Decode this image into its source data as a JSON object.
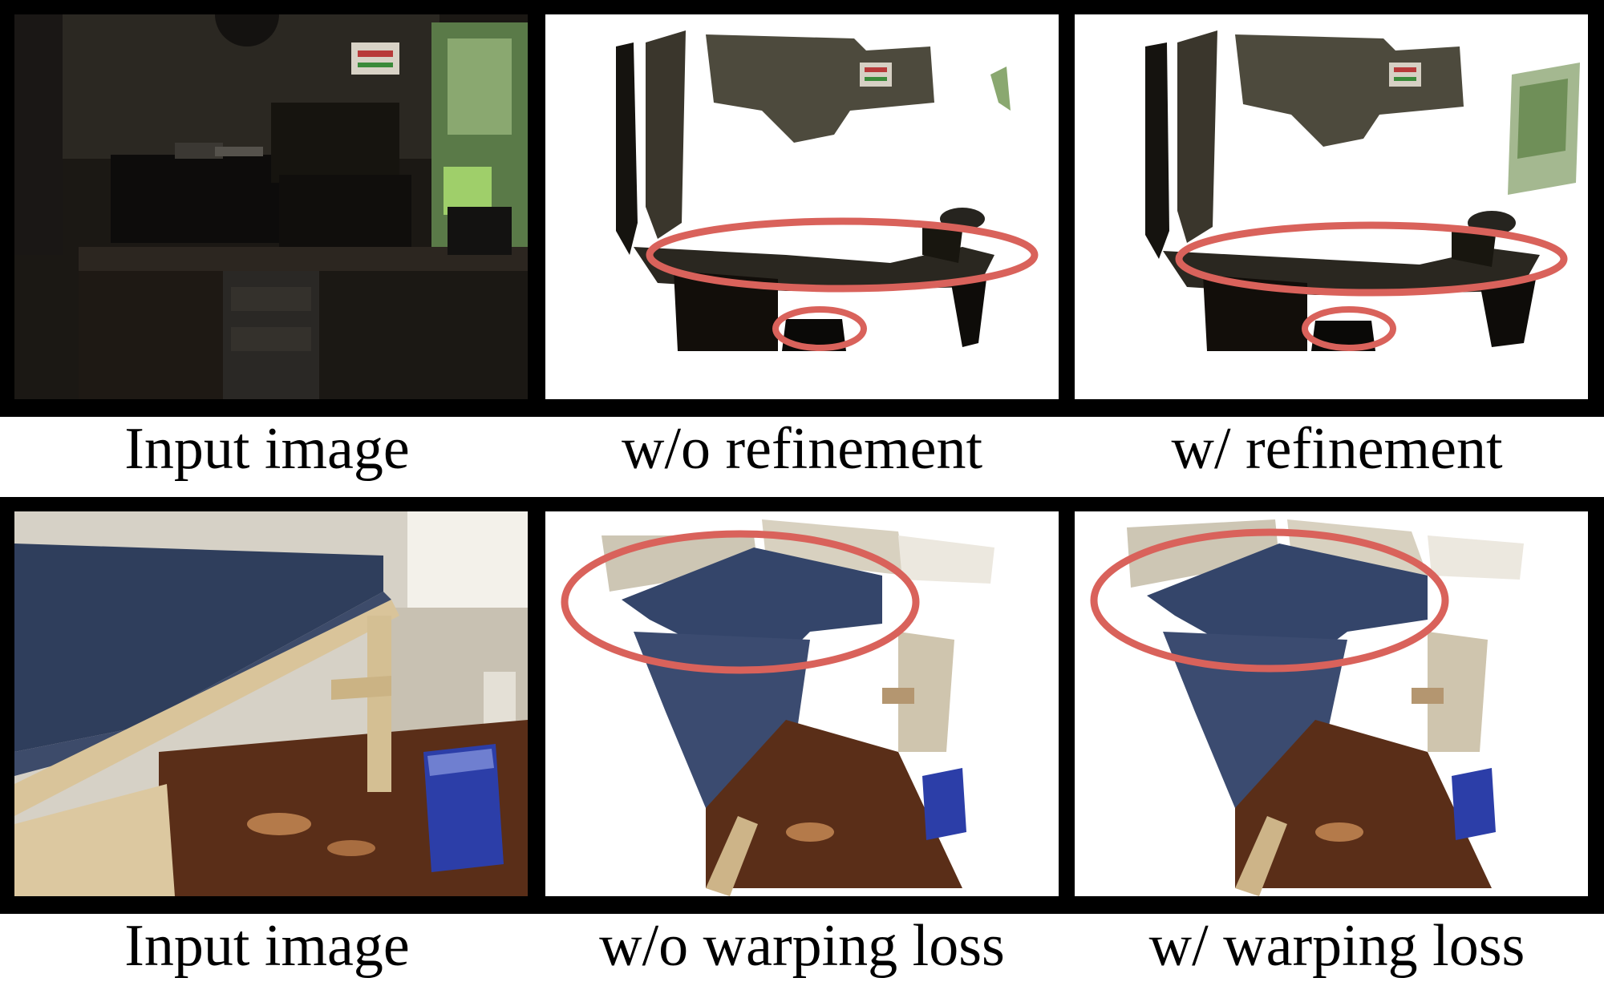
{
  "figure": {
    "rows": [
      {
        "id": "refinement",
        "captions": [
          "Input image",
          "w/o refinement",
          "w/ refinement"
        ]
      },
      {
        "id": "warping",
        "captions": [
          "Input image",
          "w/o warping loss",
          "w/ warping loss"
        ]
      }
    ],
    "highlight_color": "#d9625b"
  }
}
